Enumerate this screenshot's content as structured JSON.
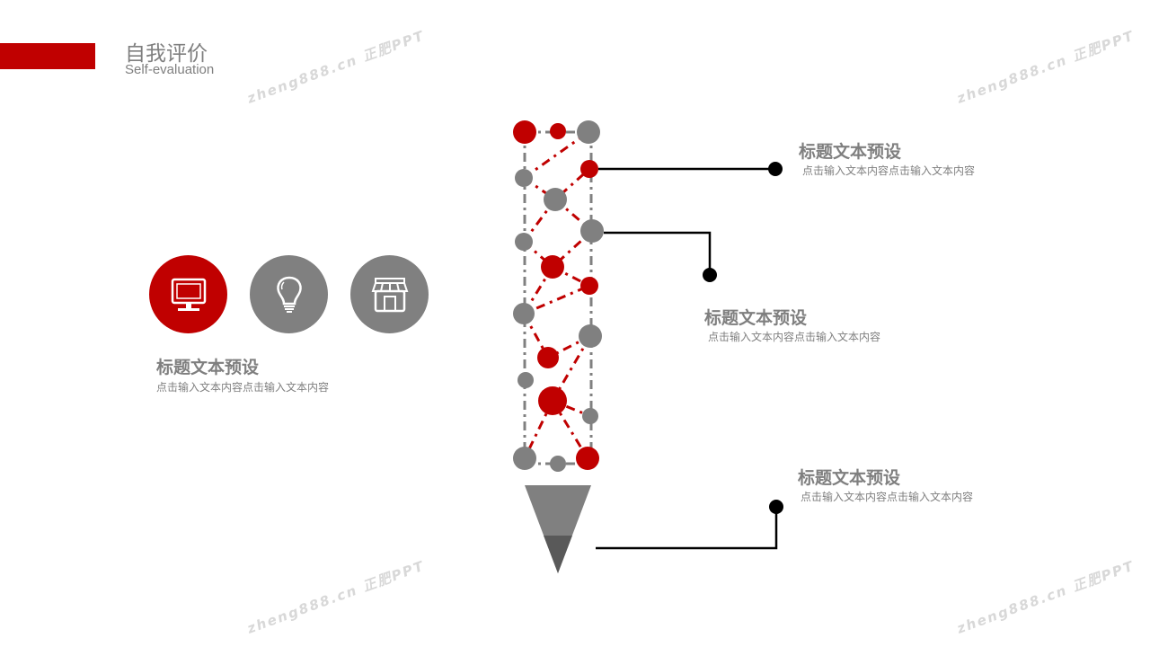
{
  "header": {
    "title": "自我评价",
    "subtitle": "Self-evaluation"
  },
  "watermark": "zheng888.cn 正肥PPT",
  "left_block": {
    "heading": "标题文本预设",
    "body": "点击输入文本内容点击输入文本内容"
  },
  "right_blocks": [
    {
      "heading": "标题文本预设",
      "body": "点击输入文本内容点击输入文本内容"
    },
    {
      "heading": "标题文本预设",
      "body": "点击输入文本内容点击输入文本内容"
    },
    {
      "heading": "标题文本预设",
      "body": "点击输入文本内容点击输入文本内容"
    }
  ],
  "icons": [
    "monitor-icon",
    "lightbulb-icon",
    "storefront-icon"
  ],
  "colors": {
    "accent": "#c00000",
    "gray": "#808080",
    "line": "#000000"
  }
}
